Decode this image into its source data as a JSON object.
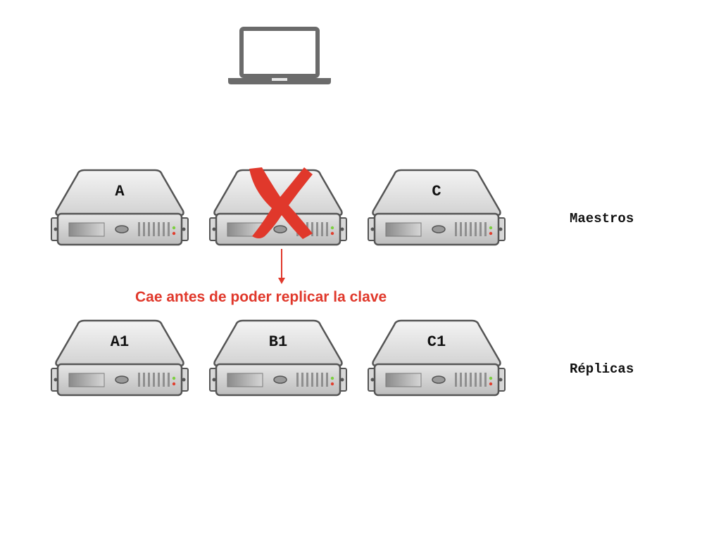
{
  "masters": [
    {
      "label": "A"
    },
    {
      "label": ""
    },
    {
      "label": "C"
    }
  ],
  "replicas": [
    {
      "label": "A1"
    },
    {
      "label": "B1"
    },
    {
      "label": "C1"
    }
  ],
  "labels": {
    "masters_row": "Maestros",
    "replicas_row": "Réplicas"
  },
  "failure": {
    "caption": "Cae antes de poder replicar la clave",
    "color": "#e0382b"
  },
  "icons": {
    "client": "laptop-icon",
    "node": "server-icon",
    "failure": "cross-icon"
  }
}
